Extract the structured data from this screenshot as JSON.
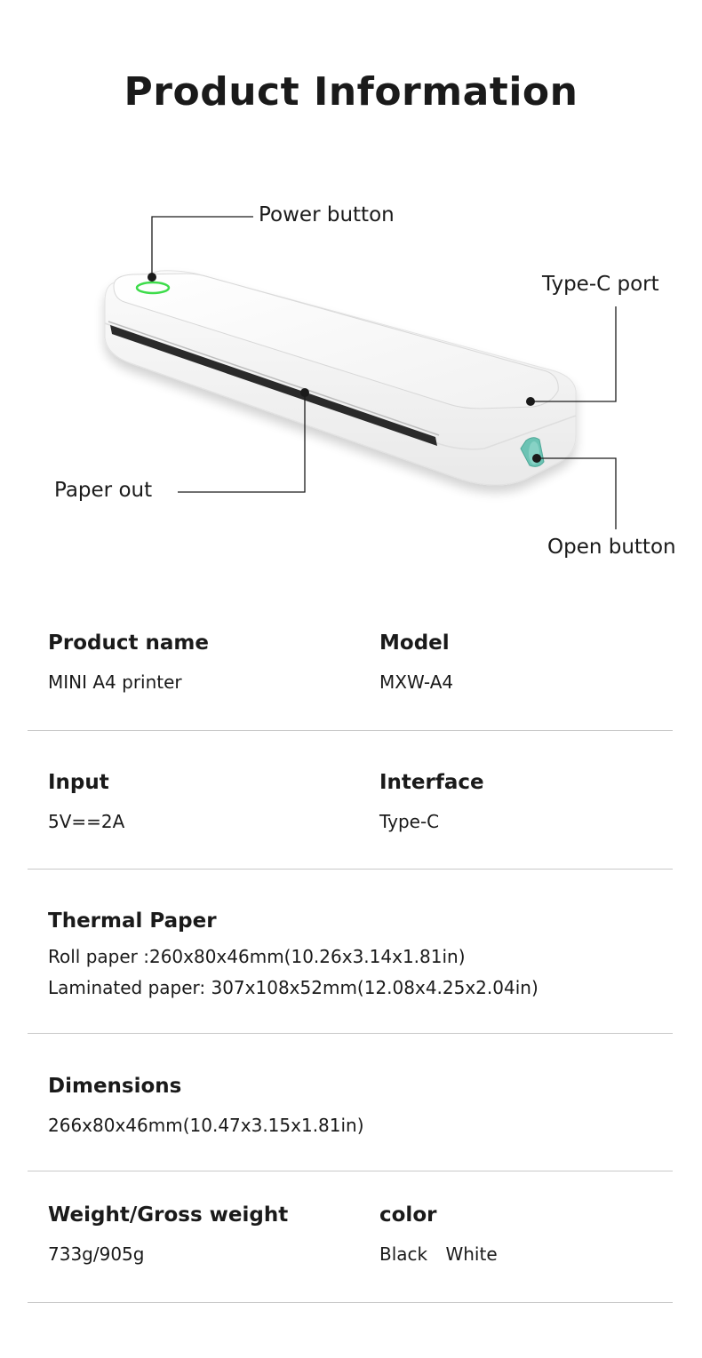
{
  "title": "Product Information",
  "callouts": {
    "power_button": "Power button",
    "type_c_port": "Type-C port",
    "paper_out": "Paper out",
    "open_button": "Open button"
  },
  "specs": {
    "product_name": {
      "label": "Product name",
      "value": "MINI A4 printer"
    },
    "model": {
      "label": "Model",
      "value": "MXW-A4"
    },
    "input": {
      "label": "Input",
      "value": "5V==2A"
    },
    "interface": {
      "label": "Interface",
      "value": "Type-C"
    },
    "thermal_paper": {
      "label": "Thermal Paper",
      "roll": "Roll paper :260x80x46mm(10.26x3.14x1.81in)",
      "laminated": "Laminated paper: 307x108x52mm(12.08x4.25x2.04in)"
    },
    "dimensions": {
      "label": "Dimensions",
      "value": "266x80x46mm(10.47x3.15x1.81in)"
    },
    "weight": {
      "label": "Weight/Gross weight",
      "value": "733g/905g"
    },
    "color": {
      "label": "color",
      "options": [
        "Black",
        "White"
      ]
    }
  },
  "colors": {
    "power_led": "#3ddc4a",
    "open_button": "#6cc3b4",
    "text": "#1a1a1a",
    "divider": "#c9c9c9"
  }
}
